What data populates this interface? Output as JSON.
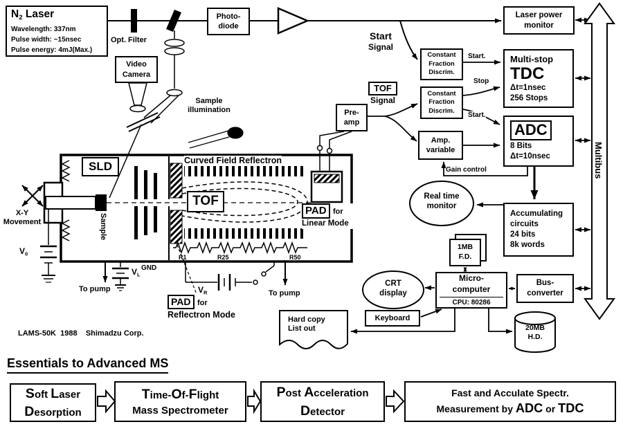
{
  "colors": {
    "ink": "#000000",
    "paper": "#ffffff"
  },
  "optics": {
    "laser_title": {
      "base": "N",
      "sub": "2",
      "rest": " Laser"
    },
    "laser_specs": [
      "Wavelength: 337nm",
      "Pulse width: ~15nsec",
      "Pulse energy: 4mJ(Max.)"
    ],
    "opt_filter": "Opt. Filter",
    "photodiode": {
      "l1": "Photo-",
      "l2": "diode"
    },
    "video_camera": {
      "l1": "Video",
      "l2": "Camera"
    },
    "sample_illumination": {
      "l1": "Sample",
      "l2": "illumination"
    }
  },
  "chamber": {
    "sld": "SLD",
    "tof": "TOF",
    "reflectron_title": "Curved Field Reflectron",
    "pad": "PAD",
    "for": "for",
    "linear_mode": "Linear Mode",
    "reflectron_mode": "Reflectron Mode",
    "sample": "Sample",
    "xy": {
      "l1": "X-Y",
      "l2": "Movement"
    },
    "v0": {
      "base": "V",
      "sub": "0"
    },
    "vl": {
      "base": "V",
      "sub": "L"
    },
    "vr": {
      "base": "V",
      "sub": "R"
    },
    "gnd": "GND",
    "to_pump": "To pump",
    "r1": "R1",
    "r25": "R25",
    "r50": "R50",
    "caption": "LAMS-50K  1988    Shimadzu Corp."
  },
  "electronics": {
    "laser_power_monitor": {
      "l1": "Laser power",
      "l2": "monitor"
    },
    "start_signal": {
      "l1": "Start",
      "l2": "Signal"
    },
    "tof_signal": {
      "l1": "TOF",
      "l2": "Signal"
    },
    "preamp": {
      "l1": "Pre-",
      "l2": "amp"
    },
    "cfd_lines": [
      "Constant",
      "Fraction",
      "Discrim."
    ],
    "start_label": "Start.",
    "stop_label": "Stop",
    "tdc": {
      "l1": "Multi-stop",
      "l2": "TDC",
      "l3": "Δt=1nsec",
      "l4": "256 Stops"
    },
    "adc": {
      "l1": "ADC",
      "l2": "8 Bits",
      "l3": "Δt=10nsec"
    },
    "amp_variable": {
      "l1": "Amp.",
      "l2": "variable"
    },
    "gain_control": "Gain control",
    "real_time_monitor": {
      "l1": "Real time",
      "l2": "monitor"
    },
    "accumulating": {
      "l1": "Accumulating",
      "l2": "circuits",
      "l3": "24 bits",
      "l4": "8k words"
    },
    "multibus": "Multibus"
  },
  "computer": {
    "fd": {
      "l1": "1MB",
      "l2": "F.D."
    },
    "micro": {
      "l1": "Micro-",
      "l2": "computer",
      "cpu": "CPU: 80286"
    },
    "bus_converter": {
      "l1": "Bus-",
      "l2": "converter"
    },
    "crt": {
      "l1": "CRT",
      "l2": "display"
    },
    "keyboard": "Keyboard",
    "hardcopy": {
      "l1": "Hard copy",
      "l2": "List out"
    },
    "hd": {
      "l1": "20MB",
      "l2": "H.D."
    }
  },
  "essentials": {
    "heading": "Essentials to Advanced MS",
    "boxes": [
      {
        "lines": [
          [
            {
              "t": "S",
              "b": true
            },
            {
              "t": "oft "
            },
            {
              "t": "L",
              "b": true
            },
            {
              "t": "aser"
            }
          ],
          [
            {
              "t": "D",
              "b": true
            },
            {
              "t": "esorption"
            }
          ]
        ]
      },
      {
        "lines": [
          [
            {
              "t": "T",
              "b": true
            },
            {
              "t": "ime-"
            },
            {
              "t": "O",
              "b": true
            },
            {
              "t": "f-"
            },
            {
              "t": "F",
              "b": true
            },
            {
              "t": "light"
            }
          ],
          [
            {
              "t": "Mass Spectrometer"
            }
          ]
        ]
      },
      {
        "lines": [
          [
            {
              "t": "P",
              "b": true
            },
            {
              "t": "ost "
            },
            {
              "t": "A",
              "b": true
            },
            {
              "t": "cceleration"
            }
          ],
          [
            {
              "t": "D",
              "b": true
            },
            {
              "t": "etector"
            }
          ]
        ]
      },
      {
        "lines": [
          [
            {
              "t": "Fast and Acculate Spectr."
            }
          ],
          [
            {
              "t": "Measurement by "
            },
            {
              "t": "ADC",
              "b": true
            },
            {
              "t": " or "
            },
            {
              "t": "TDC",
              "b": true
            }
          ]
        ]
      }
    ]
  }
}
